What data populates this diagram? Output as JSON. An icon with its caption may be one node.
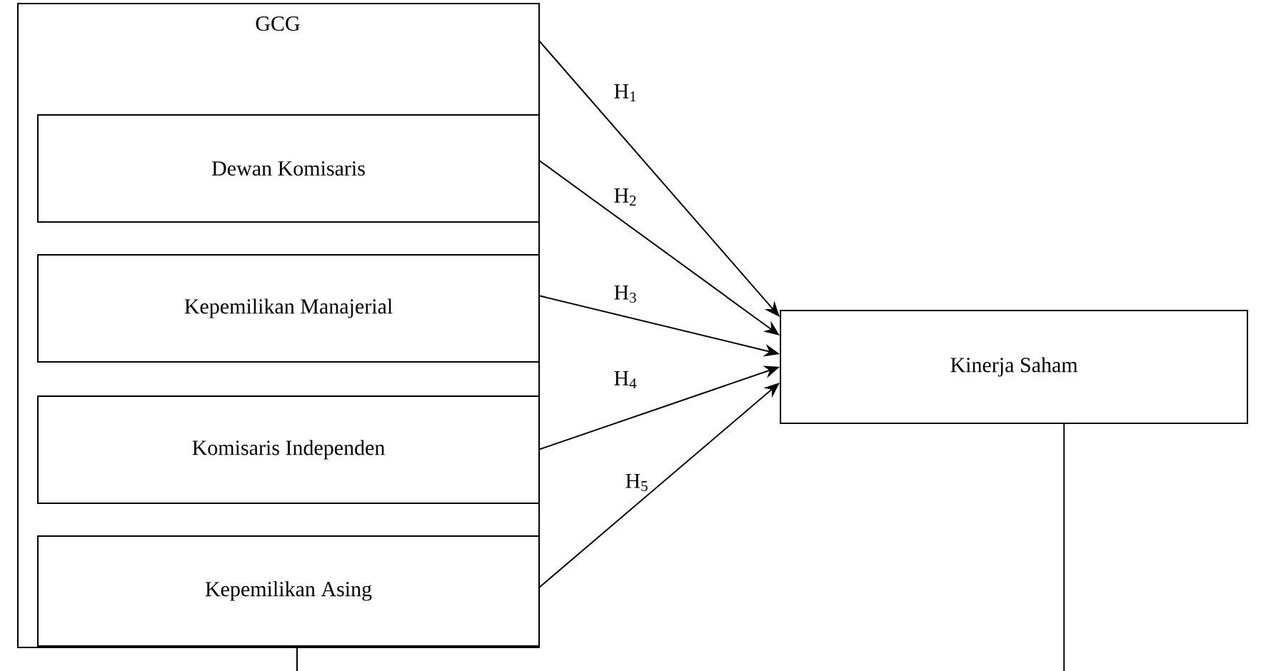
{
  "diagram": {
    "nodes": [
      {
        "text": [
          "GCG"
        ]
      },
      {
        "text": [
          "Dewan Komisaris"
        ],
        "in": 0
      },
      {
        "text": [
          "Kepemilikan Manajerial"
        ],
        "in": 0
      },
      {
        "text": [
          "Komisaris Independen"
        ],
        "in": 0
      },
      {
        "text": [
          "Kepemilikan Asing"
        ],
        "in": 0
      },
      {
        "text": [
          "Kinerja Saham"
        ]
      }
    ],
    "edges": [
      {
        "from": 0,
        "to": 5,
        "arrow": "to",
        "label": "H$_{1}$"
      },
      {
        "from": 1,
        "to": 5,
        "arrow": "to",
        "label": "H$_{2}$"
      },
      {
        "from": 2,
        "to": 5,
        "arrow": "to",
        "label": "H$_{3}$"
      },
      {
        "from": 3,
        "to": 5,
        "arrow": "to",
        "label": "H$_{4}$"
      },
      {
        "from": 4,
        "to": 5,
        "arrow": "to",
        "label": "H$_{5}$"
      },
      {
        "from": 0,
        "to": null,
        "arrow": "none"
      },
      {
        "from": 5,
        "to": null,
        "arrow": "none"
      }
    ]
  }
}
